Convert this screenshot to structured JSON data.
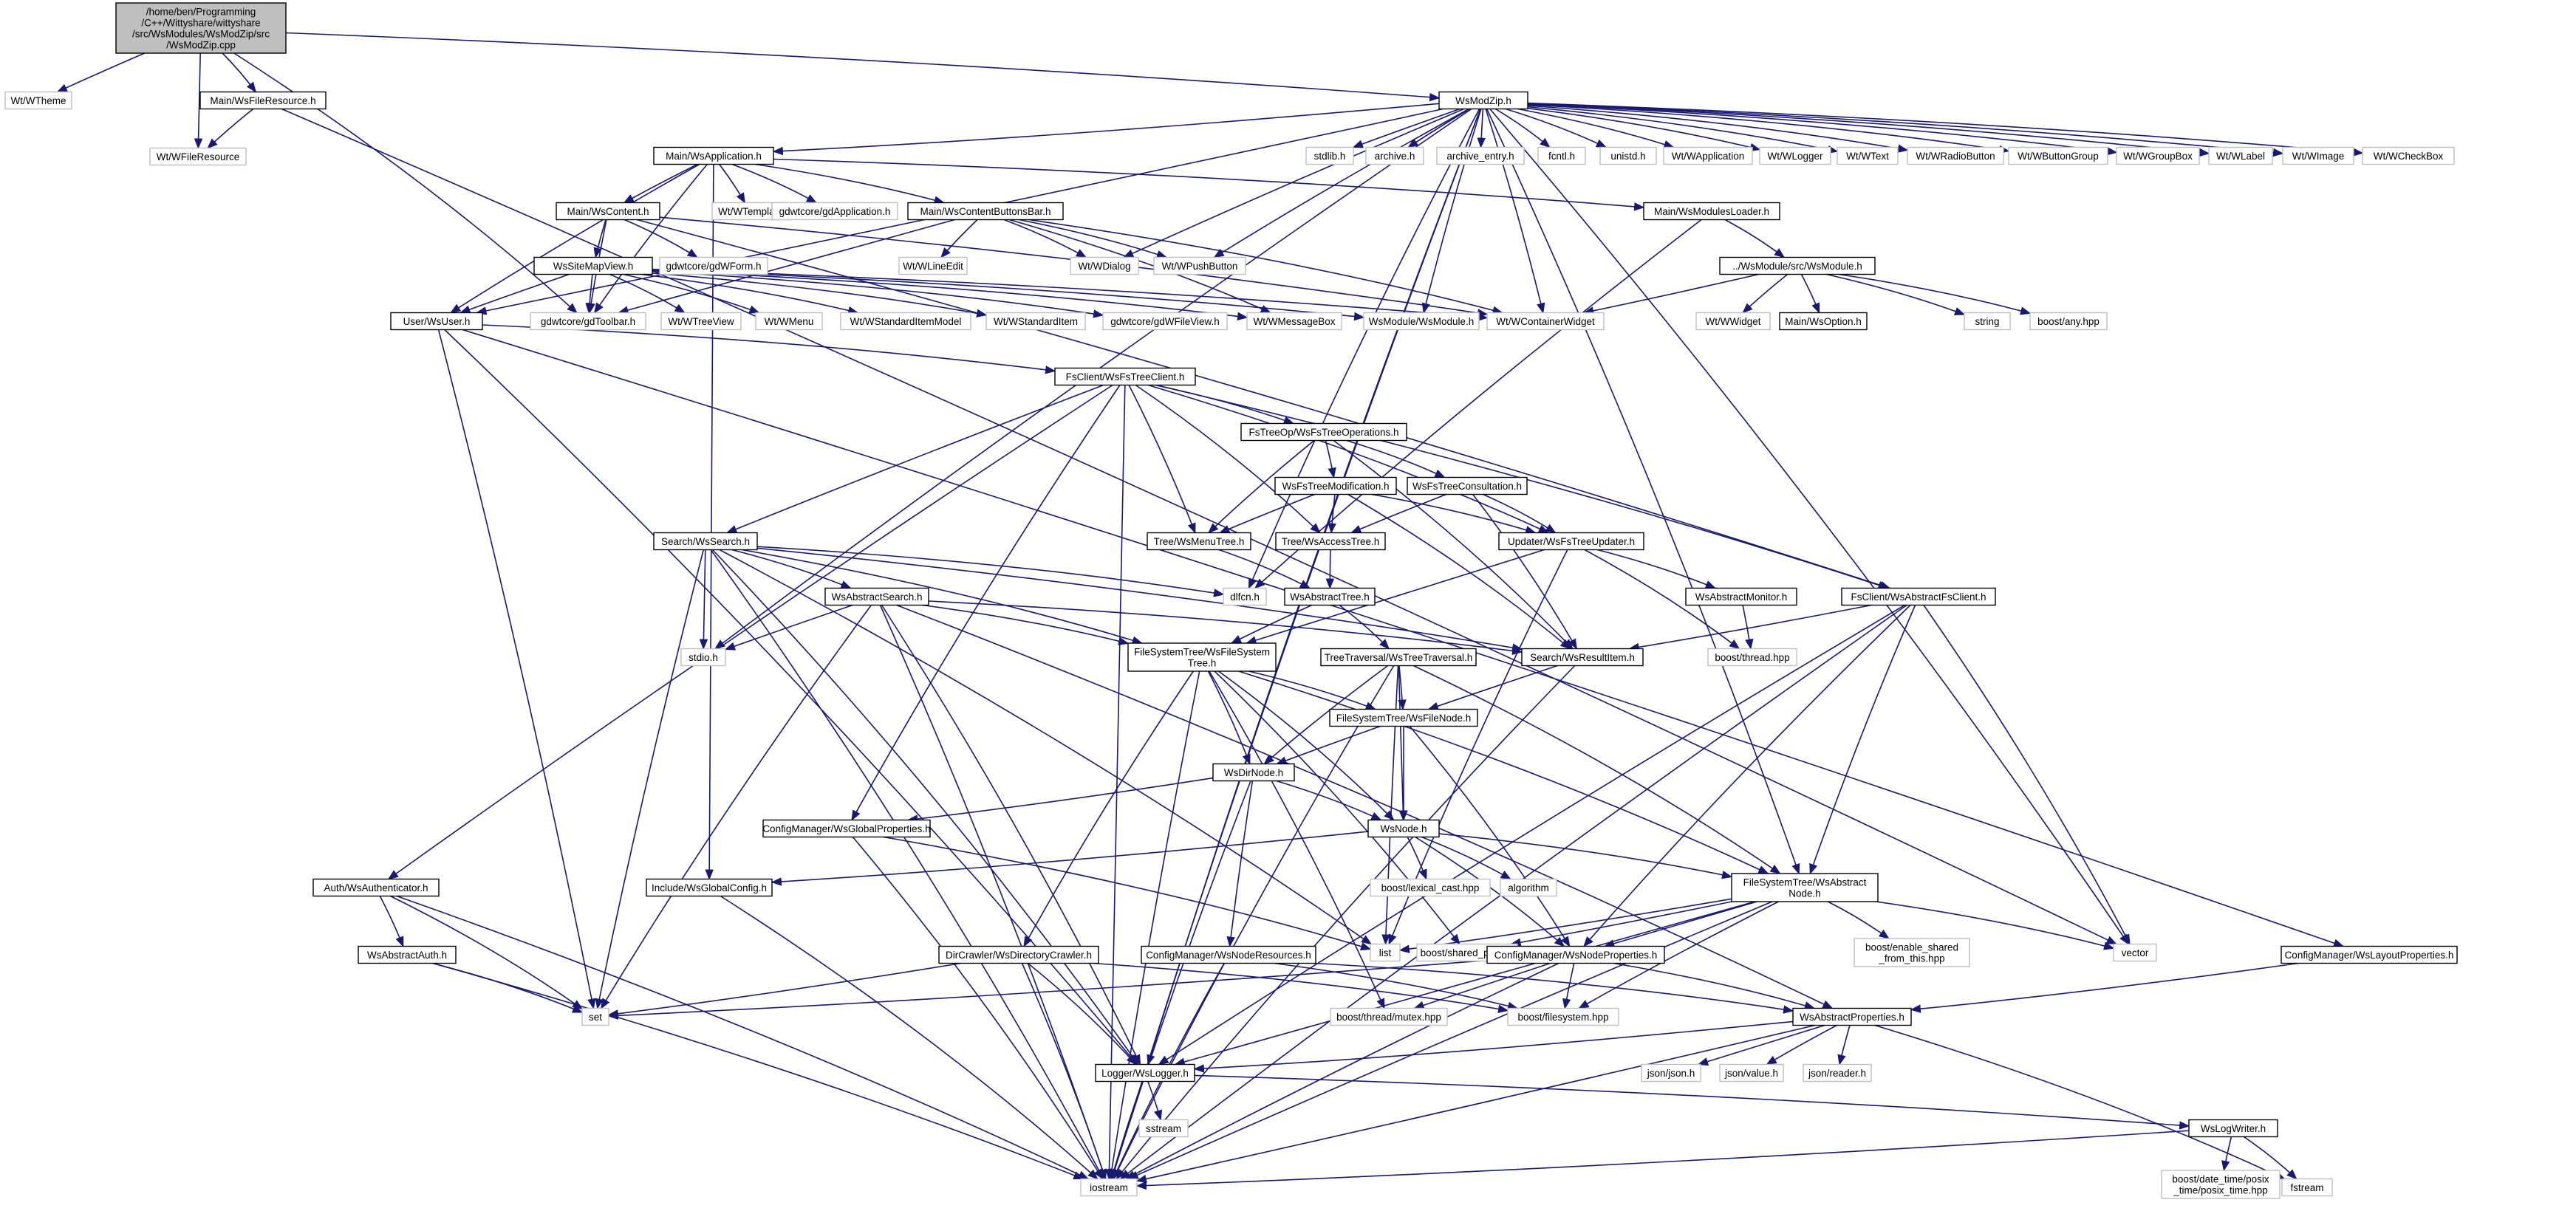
{
  "nodes": [
    {
      "id": "root",
      "label": "/home/ben/Programming\n/C++/Wittyshare/wittyshare\n/src/WsModules/WsModZip/src\n/WsModZip.cpp",
      "kind": "root"
    },
    {
      "id": "wtheme",
      "label": "Wt/WTheme",
      "kind": "ext"
    },
    {
      "id": "wsfileres",
      "label": "Main/WsFileResource.h",
      "kind": "doc"
    },
    {
      "id": "wfileres",
      "label": "Wt/WFileResource",
      "kind": "ext"
    },
    {
      "id": "wsmodzip",
      "label": "WsModZip.h",
      "kind": "doc"
    },
    {
      "id": "wsapp",
      "label": "Main/WsApplication.h",
      "kind": "doc"
    },
    {
      "id": "stdlib",
      "label": "stdlib.h",
      "kind": "ext"
    },
    {
      "id": "archive",
      "label": "archive.h",
      "kind": "ext"
    },
    {
      "id": "archentry",
      "label": "archive_entry.h",
      "kind": "ext"
    },
    {
      "id": "fcntl",
      "label": "fcntl.h",
      "kind": "ext"
    },
    {
      "id": "unistd",
      "label": "unistd.h",
      "kind": "ext"
    },
    {
      "id": "wapplication",
      "label": "Wt/WApplication",
      "kind": "ext"
    },
    {
      "id": "wlogger",
      "label": "Wt/WLogger",
      "kind": "ext"
    },
    {
      "id": "wtext",
      "label": "Wt/WText",
      "kind": "ext"
    },
    {
      "id": "wradio",
      "label": "Wt/WRadioButton",
      "kind": "ext"
    },
    {
      "id": "wbtngroup",
      "label": "Wt/WButtonGroup",
      "kind": "ext"
    },
    {
      "id": "wgroupbox",
      "label": "Wt/WGroupBox",
      "kind": "ext"
    },
    {
      "id": "wlabel",
      "label": "Wt/WLabel",
      "kind": "ext"
    },
    {
      "id": "wimage",
      "label": "Wt/WImage",
      "kind": "ext"
    },
    {
      "id": "wcheckbox",
      "label": "Wt/WCheckBox",
      "kind": "ext"
    },
    {
      "id": "wscontent",
      "label": "Main/WsContent.h",
      "kind": "doc"
    },
    {
      "id": "wtemplate",
      "label": "Wt/WTemplate",
      "kind": "ext"
    },
    {
      "id": "gdapp",
      "label": "gdwtcore/gdApplication.h",
      "kind": "ext"
    },
    {
      "id": "wscbbar",
      "label": "Main/WsContentButtonsBar.h",
      "kind": "doc"
    },
    {
      "id": "wsmodloader",
      "label": "Main/WsModulesLoader.h",
      "kind": "doc"
    },
    {
      "id": "wssitemap",
      "label": "WsSiteMapView.h",
      "kind": "doc"
    },
    {
      "id": "gdform",
      "label": "gdwtcore/gdWForm.h",
      "kind": "ext"
    },
    {
      "id": "wlineedit",
      "label": "Wt/WLineEdit",
      "kind": "ext"
    },
    {
      "id": "wdialog",
      "label": "Wt/WDialog",
      "kind": "ext"
    },
    {
      "id": "wpushbtn",
      "label": "Wt/WPushButton",
      "kind": "ext"
    },
    {
      "id": "wsmodule",
      "label": "../WsModule/src/WsModule.h",
      "kind": "doc"
    },
    {
      "id": "wsuser",
      "label": "User/WsUser.h",
      "kind": "doc"
    },
    {
      "id": "gdtoolbar",
      "label": "gdwtcore/gdToolbar.h",
      "kind": "ext"
    },
    {
      "id": "wtreeview",
      "label": "Wt/WTreeView",
      "kind": "ext"
    },
    {
      "id": "wmenu",
      "label": "Wt/WMenu",
      "kind": "ext"
    },
    {
      "id": "wstdmodel",
      "label": "Wt/WStandardItemModel",
      "kind": "ext"
    },
    {
      "id": "wstditem",
      "label": "Wt/WStandardItem",
      "kind": "ext"
    },
    {
      "id": "gdfileview",
      "label": "gdwtcore/gdWFileView.h",
      "kind": "ext"
    },
    {
      "id": "wmsgbox",
      "label": "Wt/WMessageBox",
      "kind": "ext"
    },
    {
      "id": "wsmodwsmodule",
      "label": "WsModule/WsModule.h",
      "kind": "ext"
    },
    {
      "id": "wcontainer",
      "label": "Wt/WContainerWidget",
      "kind": "ext"
    },
    {
      "id": "wwidget",
      "label": "Wt/WWidget",
      "kind": "ext"
    },
    {
      "id": "wsoption",
      "label": "Main/WsOption.h",
      "kind": "doc"
    },
    {
      "id": "string",
      "label": "string",
      "kind": "ext"
    },
    {
      "id": "boostany",
      "label": "boost/any.hpp",
      "kind": "ext"
    },
    {
      "id": "fstreeclient",
      "label": "FsClient/WsFsTreeClient.h",
      "kind": "doc"
    },
    {
      "id": "fstreeops",
      "label": "FsTreeOp/WsFsTreeOperations.h",
      "kind": "doc"
    },
    {
      "id": "fstreemod",
      "label": "WsFsTreeModification.h",
      "kind": "doc"
    },
    {
      "id": "fstreecons",
      "label": "WsFsTreeConsultation.h",
      "kind": "doc"
    },
    {
      "id": "menutree",
      "label": "Tree/WsMenuTree.h",
      "kind": "doc"
    },
    {
      "id": "accesstree",
      "label": "Tree/WsAccessTree.h",
      "kind": "doc"
    },
    {
      "id": "updater",
      "label": "Updater/WsFsTreeUpdater.h",
      "kind": "doc"
    },
    {
      "id": "search",
      "label": "Search/WsSearch.h",
      "kind": "doc"
    },
    {
      "id": "dirfcn",
      "label": "dlfcn.h",
      "kind": "ext"
    },
    {
      "id": "abstracttree",
      "label": "WsAbstractTree.h",
      "kind": "doc"
    },
    {
      "id": "absmonitor",
      "label": "WsAbstractMonitor.h",
      "kind": "doc"
    },
    {
      "id": "absfsclient",
      "label": "FsClient/WsAbstractFsClient.h",
      "kind": "doc"
    },
    {
      "id": "abssearch",
      "label": "WsAbstractSearch.h",
      "kind": "doc"
    },
    {
      "id": "stdio",
      "label": "stdio.h",
      "kind": "ext"
    },
    {
      "id": "fstree",
      "label": "FileSystemTree/WsFileSystem\nTree.h",
      "kind": "doc"
    },
    {
      "id": "treetrav",
      "label": "TreeTraversal/WsTreeTraversal.h",
      "kind": "doc"
    },
    {
      "id": "resultitem",
      "label": "Search/WsResultItem.h",
      "kind": "doc"
    },
    {
      "id": "boostthread",
      "label": "boost/thread.hpp",
      "kind": "ext"
    },
    {
      "id": "filenode",
      "label": "FileSystemTree/WsFileNode.h",
      "kind": "doc"
    },
    {
      "id": "dirnode",
      "label": "WsDirNode.h",
      "kind": "doc"
    },
    {
      "id": "globalprops",
      "label": "ConfigManager/WsGlobalProperties.h",
      "kind": "doc"
    },
    {
      "id": "wsnode",
      "label": "WsNode.h",
      "kind": "doc"
    },
    {
      "id": "lexcast",
      "label": "boost/lexical_cast.hpp",
      "kind": "ext"
    },
    {
      "id": "algorithm",
      "label": "algorithm",
      "kind": "ext"
    },
    {
      "id": "absnode",
      "label": "FileSystemTree/WsAbstract\nNode.h",
      "kind": "doc"
    },
    {
      "id": "auth",
      "label": "Auth/WsAuthenticator.h",
      "kind": "doc"
    },
    {
      "id": "globalconfig",
      "label": "Include/WsGlobalConfig.h",
      "kind": "doc"
    },
    {
      "id": "absauth",
      "label": "WsAbstractAuth.h",
      "kind": "doc"
    },
    {
      "id": "dircrawler",
      "label": "DirCrawler/WsDirectoryCrawler.h",
      "kind": "doc"
    },
    {
      "id": "noderes",
      "label": "ConfigManager/WsNodeResources.h",
      "kind": "doc"
    },
    {
      "id": "list",
      "label": "list",
      "kind": "ext"
    },
    {
      "id": "sharedptr",
      "label": "boost/shared_ptr.hpp",
      "kind": "ext"
    },
    {
      "id": "nodeprops",
      "label": "ConfigManager/WsNodeProperties.h",
      "kind": "doc"
    },
    {
      "id": "enableshared",
      "label": "boost/enable_shared\n_from_this.hpp",
      "kind": "ext"
    },
    {
      "id": "vector",
      "label": "vector",
      "kind": "ext"
    },
    {
      "id": "layoutprops",
      "label": "ConfigManager/WsLayoutProperties.h",
      "kind": "doc"
    },
    {
      "id": "set",
      "label": "set",
      "kind": "ext"
    },
    {
      "id": "mutex",
      "label": "boost/thread/mutex.hpp",
      "kind": "ext"
    },
    {
      "id": "filesystem",
      "label": "boost/filesystem.hpp",
      "kind": "ext"
    },
    {
      "id": "absprops",
      "label": "WsAbstractProperties.h",
      "kind": "doc"
    },
    {
      "id": "logger",
      "label": "Logger/WsLogger.h",
      "kind": "doc"
    },
    {
      "id": "jsonjson",
      "label": "json/json.h",
      "kind": "ext"
    },
    {
      "id": "jsonvalue",
      "label": "json/value.h",
      "kind": "ext"
    },
    {
      "id": "jsonreader",
      "label": "json/reader.h",
      "kind": "ext"
    },
    {
      "id": "sstream",
      "label": "sstream",
      "kind": "ext"
    },
    {
      "id": "logwriter",
      "label": "WsLogWriter.h",
      "kind": "doc"
    },
    {
      "id": "iostream",
      "label": "iostream",
      "kind": "ext"
    },
    {
      "id": "posixtime",
      "label": "boost/date_time/posix\n_time/posix_time.hpp",
      "kind": "ext"
    },
    {
      "id": "fstream",
      "label": "fstream",
      "kind": "ext"
    }
  ],
  "edges": [
    [
      "root",
      "wtheme"
    ],
    [
      "root",
      "wsfileres"
    ],
    [
      "root",
      "wfileres"
    ],
    [
      "root",
      "wsmodzip"
    ],
    [
      "root",
      "gdtoolbar"
    ],
    [
      "wsfileres",
      "wfileres"
    ],
    [
      "wsfileres",
      "vector"
    ],
    [
      "wsmodzip",
      "wsapp"
    ],
    [
      "wsmodzip",
      "stdlib"
    ],
    [
      "wsmodzip",
      "archive"
    ],
    [
      "wsmodzip",
      "archentry"
    ],
    [
      "wsmodzip",
      "fcntl"
    ],
    [
      "wsmodzip",
      "unistd"
    ],
    [
      "wsmodzip",
      "wapplication"
    ],
    [
      "wsmodzip",
      "wlogger"
    ],
    [
      "wsmodzip",
      "wtext"
    ],
    [
      "wsmodzip",
      "wradio"
    ],
    [
      "wsmodzip",
      "wbtngroup"
    ],
    [
      "wsmodzip",
      "wgroupbox"
    ],
    [
      "wsmodzip",
      "wlabel"
    ],
    [
      "wsmodzip",
      "wimage"
    ],
    [
      "wsmodzip",
      "wcheckbox"
    ],
    [
      "wsmodzip",
      "wdialog"
    ],
    [
      "wsmodzip",
      "wpushbtn"
    ],
    [
      "wsmodzip",
      "wsmodwsmodule"
    ],
    [
      "wsmodzip",
      "wcontainer"
    ],
    [
      "wsmodzip",
      "iostream"
    ],
    [
      "wsmodzip",
      "stdio"
    ],
    [
      "wsmodzip",
      "dirfcn"
    ],
    [
      "wsmodzip",
      "absnode"
    ],
    [
      "wsmodzip",
      "vector"
    ],
    [
      "wsmodzip",
      "wsuser"
    ],
    [
      "wsmodzip",
      "logger"
    ],
    [
      "wsapp",
      "wscontent"
    ],
    [
      "wsapp",
      "wtemplate"
    ],
    [
      "wsapp",
      "gdapp"
    ],
    [
      "wsapp",
      "wscbbar"
    ],
    [
      "wsapp",
      "wsmodloader"
    ],
    [
      "wsapp",
      "wsuser"
    ],
    [
      "wsapp",
      "gdtoolbar"
    ],
    [
      "wsapp",
      "globalconfig"
    ],
    [
      "wscontent",
      "wssitemap"
    ],
    [
      "wscontent",
      "gdform"
    ],
    [
      "wscontent",
      "wcontainer"
    ],
    [
      "wscontent",
      "absfsclient"
    ],
    [
      "wscontent",
      "gdtoolbar"
    ],
    [
      "wscbbar",
      "wlineedit"
    ],
    [
      "wscbbar",
      "wdialog"
    ],
    [
      "wscbbar",
      "wpushbtn"
    ],
    [
      "wscbbar",
      "wmsgbox"
    ],
    [
      "wscbbar",
      "wcontainer"
    ],
    [
      "wscbbar",
      "gdtoolbar"
    ],
    [
      "wsmodloader",
      "wsmodule"
    ],
    [
      "wsmodloader",
      "dirfcn"
    ],
    [
      "wsmodule",
      "wcontainer"
    ],
    [
      "wsmodule",
      "wwidget"
    ],
    [
      "wsmodule",
      "wsoption"
    ],
    [
      "wsmodule",
      "string"
    ],
    [
      "wsmodule",
      "boostany"
    ],
    [
      "wssitemap",
      "wsuser"
    ],
    [
      "wssitemap",
      "gdtoolbar"
    ],
    [
      "wssitemap",
      "wtreeview"
    ],
    [
      "wssitemap",
      "wmenu"
    ],
    [
      "wssitemap",
      "wstdmodel"
    ],
    [
      "wssitemap",
      "wstditem"
    ],
    [
      "wssitemap",
      "gdfileview"
    ],
    [
      "wssitemap",
      "wmsgbox"
    ],
    [
      "wssitemap",
      "wsmodwsmodule"
    ],
    [
      "wssitemap",
      "wcontainer"
    ],
    [
      "wsuser",
      "fstreeclient"
    ],
    [
      "wsuser",
      "set"
    ],
    [
      "wsuser",
      "layoutprops"
    ],
    [
      "wsuser",
      "logger"
    ],
    [
      "fstreeclient",
      "fstreeops"
    ],
    [
      "fstreeclient",
      "menutree"
    ],
    [
      "fstreeclient",
      "accesstree"
    ],
    [
      "fstreeclient",
      "updater"
    ],
    [
      "fstreeclient",
      "search"
    ],
    [
      "fstreeclient",
      "absfsclient"
    ],
    [
      "fstreeclient",
      "auth"
    ],
    [
      "fstreeclient",
      "globalprops"
    ],
    [
      "fstreeclient",
      "iostream"
    ],
    [
      "fstreeops",
      "fstreemod"
    ],
    [
      "fstreeops",
      "fstreecons"
    ],
    [
      "fstreeops",
      "resultitem"
    ],
    [
      "fstreeops",
      "menutree"
    ],
    [
      "fstreemod",
      "menutree"
    ],
    [
      "fstreemod",
      "accesstree"
    ],
    [
      "fstreemod",
      "updater"
    ],
    [
      "fstreemod",
      "resultitem"
    ],
    [
      "fstreecons",
      "accesstree"
    ],
    [
      "fstreecons",
      "updater"
    ],
    [
      "fstreecons",
      "resultitem"
    ],
    [
      "menutree",
      "abstracttree"
    ],
    [
      "accesstree",
      "abstracttree"
    ],
    [
      "updater",
      "absmonitor"
    ],
    [
      "updater",
      "boostthread"
    ],
    [
      "updater",
      "fstree"
    ],
    [
      "updater",
      "list"
    ],
    [
      "absmonitor",
      "boostthread"
    ],
    [
      "search",
      "dirfcn"
    ],
    [
      "search",
      "abssearch"
    ],
    [
      "search",
      "stdio"
    ],
    [
      "search",
      "set"
    ],
    [
      "search",
      "resultitem"
    ],
    [
      "search",
      "fstree"
    ],
    [
      "search",
      "iostream"
    ],
    [
      "search",
      "logger"
    ],
    [
      "search",
      "list"
    ],
    [
      "abstracttree",
      "fstree"
    ],
    [
      "abstracttree",
      "treetrav"
    ],
    [
      "absfsclient",
      "resultitem"
    ],
    [
      "absfsclient",
      "absnode"
    ],
    [
      "absfsclient",
      "nodeprops"
    ],
    [
      "absfsclient",
      "vector"
    ],
    [
      "absfsclient",
      "iostream"
    ],
    [
      "absfsclient",
      "logger"
    ],
    [
      "abssearch",
      "resultitem"
    ],
    [
      "abssearch",
      "fstree"
    ],
    [
      "abssearch",
      "stdio"
    ],
    [
      "abssearch",
      "set"
    ],
    [
      "abssearch",
      "iostream"
    ],
    [
      "abssearch",
      "logger"
    ],
    [
      "abssearch",
      "absprops"
    ],
    [
      "fstree",
      "dirnode"
    ],
    [
      "fstree",
      "wsnode"
    ],
    [
      "fstree",
      "filenode"
    ],
    [
      "fstree",
      "absnode"
    ],
    [
      "fstree",
      "dircrawler"
    ],
    [
      "fstree",
      "sharedptr"
    ],
    [
      "fstree",
      "mutex"
    ],
    [
      "fstree",
      "iostream"
    ],
    [
      "treetrav",
      "filenode"
    ],
    [
      "treetrav",
      "dirnode"
    ],
    [
      "treetrav",
      "wsnode"
    ],
    [
      "treetrav",
      "absnode"
    ],
    [
      "treetrav",
      "list"
    ],
    [
      "treetrav",
      "iostream"
    ],
    [
      "resultitem",
      "filenode"
    ],
    [
      "resultitem",
      "iostream"
    ],
    [
      "filenode",
      "wsnode"
    ],
    [
      "filenode",
      "dirnode"
    ],
    [
      "filenode",
      "nodeprops"
    ],
    [
      "dirnode",
      "wsnode"
    ],
    [
      "dirnode",
      "globalprops"
    ],
    [
      "dirnode",
      "noderes"
    ],
    [
      "dirnode",
      "iostream"
    ],
    [
      "globalprops",
      "list"
    ],
    [
      "globalprops",
      "iostream"
    ],
    [
      "wsnode",
      "absnode"
    ],
    [
      "wsnode",
      "lexcast"
    ],
    [
      "wsnode",
      "algorithm"
    ],
    [
      "wsnode",
      "globalconfig"
    ],
    [
      "wsnode",
      "nodeprops"
    ],
    [
      "absnode",
      "list"
    ],
    [
      "absnode",
      "sharedptr"
    ],
    [
      "absnode",
      "enableshared"
    ],
    [
      "absnode",
      "vector"
    ],
    [
      "absnode",
      "nodeprops"
    ],
    [
      "absnode",
      "filesystem"
    ],
    [
      "absnode",
      "iostream"
    ],
    [
      "absnode",
      "logger"
    ],
    [
      "auth",
      "absauth"
    ],
    [
      "auth",
      "set"
    ],
    [
      "auth",
      "iostream"
    ],
    [
      "absauth",
      "set"
    ],
    [
      "absauth",
      "iostream"
    ],
    [
      "globalconfig",
      "iostream"
    ],
    [
      "dircrawler",
      "set"
    ],
    [
      "dircrawler",
      "logger"
    ],
    [
      "dircrawler",
      "iostream"
    ],
    [
      "dircrawler",
      "filesystem"
    ],
    [
      "noderes",
      "absprops"
    ],
    [
      "noderes",
      "filesystem"
    ],
    [
      "noderes",
      "iostream"
    ],
    [
      "nodeprops",
      "absprops"
    ],
    [
      "nodeprops",
      "set"
    ],
    [
      "nodeprops",
      "mutex"
    ],
    [
      "nodeprops",
      "filesystem"
    ],
    [
      "nodeprops",
      "iostream"
    ],
    [
      "layoutprops",
      "absprops"
    ],
    [
      "absprops",
      "jsonjson"
    ],
    [
      "absprops",
      "jsonvalue"
    ],
    [
      "absprops",
      "jsonreader"
    ],
    [
      "absprops",
      "fstream"
    ],
    [
      "absprops",
      "logger"
    ],
    [
      "absprops",
      "iostream"
    ],
    [
      "logger",
      "sstream"
    ],
    [
      "logger",
      "logwriter"
    ],
    [
      "logger",
      "iostream"
    ],
    [
      "logwriter",
      "posixtime"
    ],
    [
      "logwriter",
      "fstream"
    ],
    [
      "logwriter",
      "iostream"
    ]
  ]
}
